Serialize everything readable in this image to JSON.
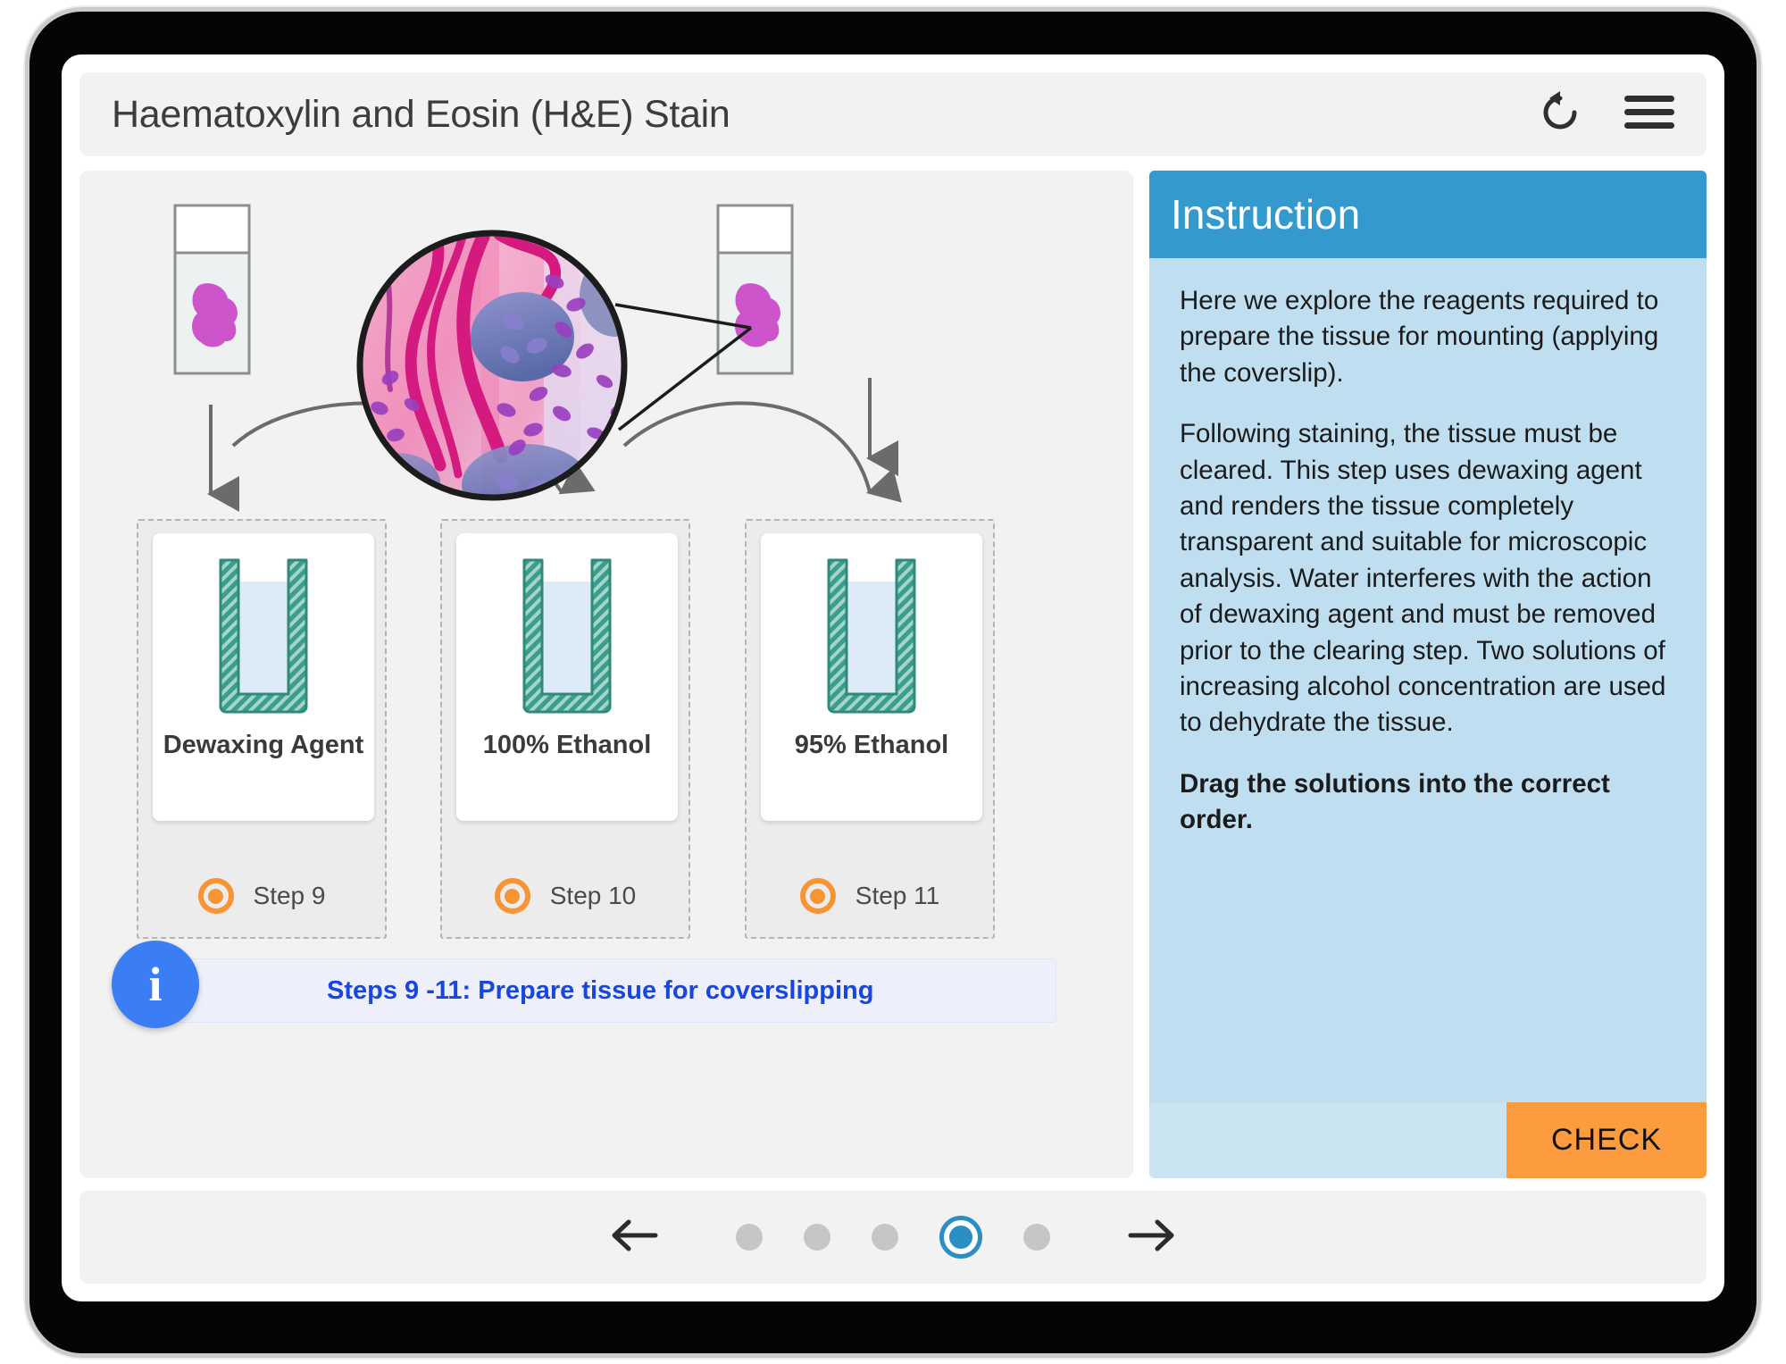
{
  "header": {
    "title": "Haematoxylin and Eosin (H&E) Stain",
    "reset_icon": "reset-icon",
    "menu_icon": "hamburger-menu-icon"
  },
  "stage": {
    "slides": [
      {
        "name": "input-slide",
        "label": ""
      },
      {
        "name": "output-slide",
        "label": ""
      }
    ],
    "micrograph": "histology-micrograph",
    "solutions": [
      {
        "label": "Dewaxing Agent",
        "step": "Step 9"
      },
      {
        "label": "100% Ethanol",
        "step": "Step 10"
      },
      {
        "label": "95% Ethanol",
        "step": "Step 11"
      }
    ],
    "banner": {
      "icon": "info-icon",
      "icon_glyph": "i",
      "text": "Steps 9 -11: Prepare tissue for coverslipping"
    }
  },
  "instruction": {
    "title": "Instruction",
    "paragraphs": [
      "Here we explore the reagents required to prepare the tissue for mounting (applying the coverslip).",
      "Following staining, the tissue must be cleared. This step uses dewaxing agent and renders the tissue completely transparent and suitable for microscopic analysis. Water interferes with the action of dewaxing agent and must be removed prior to the clearing step. Two solutions of increasing alcohol concentration are used to dehydrate the tissue."
    ],
    "prompt": "Drag the solutions into the correct order.",
    "check_label": "CHECK"
  },
  "bottom_nav": {
    "prev_icon": "arrow-left-icon",
    "next_icon": "arrow-right-icon",
    "dots": [
      {
        "active": false
      },
      {
        "active": false
      },
      {
        "active": false
      },
      {
        "active": true
      },
      {
        "active": false
      }
    ],
    "current_page": 4,
    "total_pages": 5
  },
  "colors": {
    "accent_blue": "#3499cc",
    "panel_blue": "#bfdff0",
    "check_orange": "#fc9c3e",
    "step_orange": "#f79434",
    "info_blue": "#3b7df5",
    "beaker_teal": "#3a9e8c",
    "liquid_blue": "#dcebf7",
    "tissue_magenta": "#cc55cc"
  }
}
